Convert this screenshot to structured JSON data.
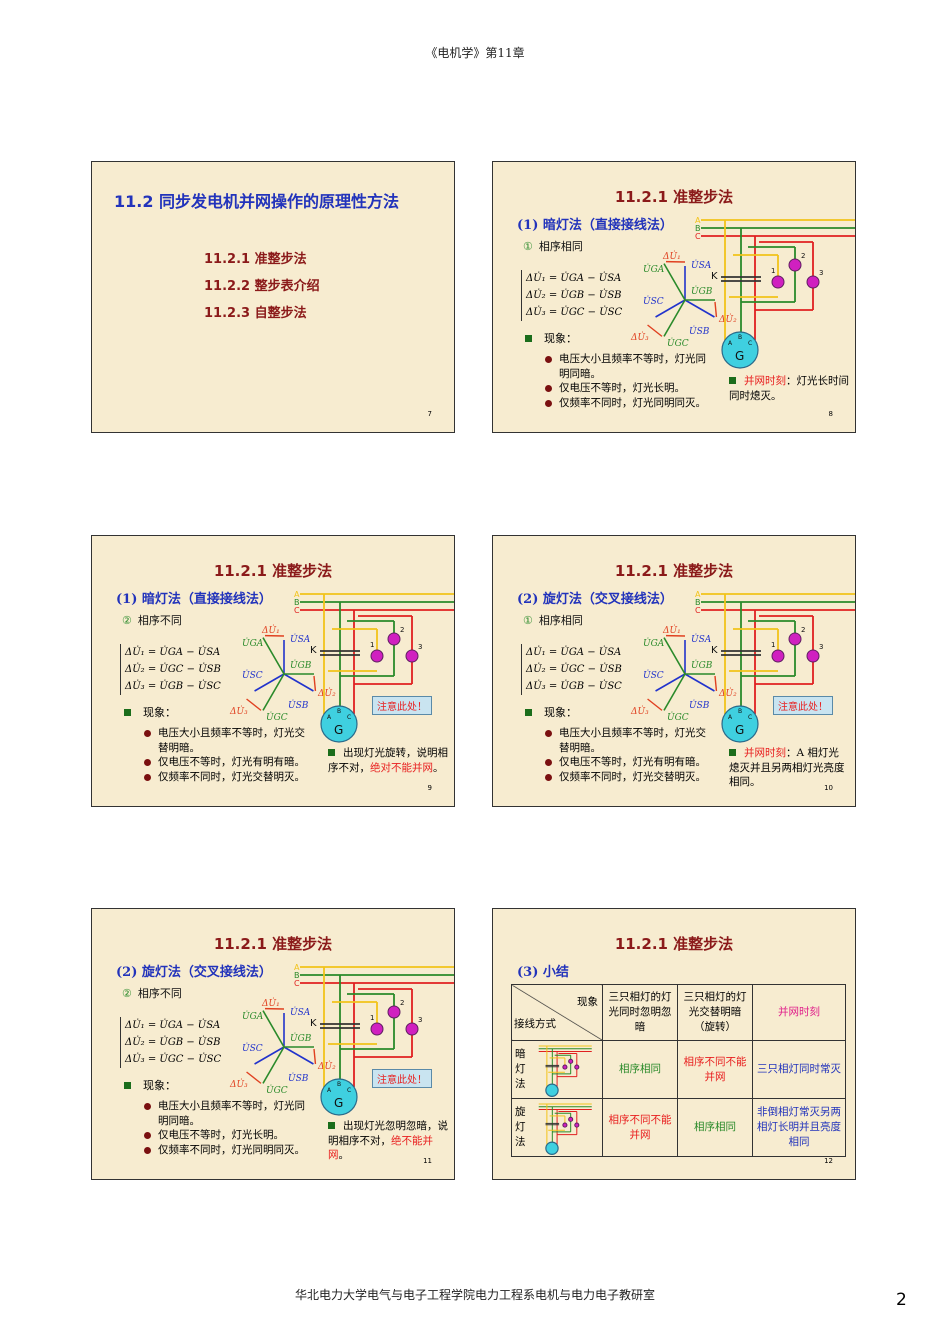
{
  "header": "《电机学》第11章",
  "footer": "华北电力大学电气与电子工程学院电力工程系电机与电力电子教研室",
  "page_number": "2",
  "colors": {
    "phase_a": "#f2c31a",
    "phase_b": "#2a8a2a",
    "phase_c": "#e02020",
    "generator": "#3fd0e0",
    "title": "#8b1a1a",
    "subtitle": "#2233bb"
  },
  "slide7": {
    "title": "11.2  同步发电机并网操作的原理性方法",
    "items": [
      "11.2.1  准整步法",
      "11.2.2  整步表介绍",
      "11.2.3  自整步法"
    ],
    "num": "7"
  },
  "circuit_labels": {
    "a": "A",
    "b": "B",
    "c": "C",
    "k": "K",
    "g": "G",
    "l1": "1",
    "l2": "2",
    "l3": "3",
    "ga": "A",
    "gb": "B",
    "gc": "C"
  },
  "phasor_labels": {
    "d1": "ΔU̇₁",
    "d2": "ΔU̇₂",
    "d3": "ΔU̇₃",
    "ga": "U̇GA",
    "gb": "U̇GB",
    "gc": "U̇GC",
    "sa": "U̇SA",
    "sb": "U̇SB",
    "sc": "U̇SC"
  },
  "slide8": {
    "title": "11.2.1  准整步法",
    "sub": "(1) 暗灯法（直接接线法）",
    "case_num": "①",
    "case": "相序相同",
    "eq": [
      "ΔU̇₁ = U̇GA − U̇SA",
      "ΔU̇₂ = U̇GB − U̇SB",
      "ΔU̇₃ = U̇GC − U̇SC"
    ],
    "phen": "现象：",
    "bullets": [
      "电压大小且频率不等时，灯光同明同暗。",
      "仅电压不等时，灯光长明。",
      "仅频率不同时，灯光同明同灭。"
    ],
    "note_hl": "并网时刻",
    "note": "：灯光长时间同时熄灭。",
    "num": "8"
  },
  "slide9": {
    "title": "11.2.1  准整步法",
    "sub": "(1) 暗灯法（直接接线法）",
    "case_num": "②",
    "case": "相序不同",
    "eq": [
      "ΔU̇₁ = U̇GA − U̇SA",
      "ΔU̇₂ = U̇GC − U̇SB",
      "ΔU̇₃ = U̇GB − U̇SC"
    ],
    "phen": "现象：",
    "bullets": [
      "电压大小且频率不等时，灯光交替明暗。",
      "仅电压不等时，灯光有明有暗。",
      "仅频率不同时，灯光交替明灭。"
    ],
    "warn": "注意此处！",
    "note": "出现灯光旋转，说明相序不对，",
    "note_hl": "绝对不能并网",
    "note_end": "。",
    "num": "9"
  },
  "slide10": {
    "title": "11.2.1  准整步法",
    "sub": "(2) 旋灯法（交叉接线法）",
    "case_num": "①",
    "case": "相序相同",
    "eq": [
      "ΔU̇₁ = U̇GA − U̇SA",
      "ΔU̇₂ = U̇GC − U̇SB",
      "ΔU̇₃ = U̇GB − U̇SC"
    ],
    "phen": "现象：",
    "bullets": [
      "电压大小且频率不等时，灯光交替明暗。",
      "仅电压不等时，灯光有明有暗。",
      "仅频率不同时，灯光交替明灭。"
    ],
    "warn": "注意此处！",
    "note_hl": "并网时刻",
    "note": "：A 相灯光熄灭并且另两相灯光亮度相同。",
    "num": "10"
  },
  "slide11": {
    "title": "11.2.1  准整步法",
    "sub": "(2) 旋灯法（交叉接线法）",
    "case_num": "②",
    "case": "相序不同",
    "eq": [
      "ΔU̇₁ = U̇GA − U̇SA",
      "ΔU̇₂ = U̇GB − U̇SB",
      "ΔU̇₃ = U̇GC − U̇SC"
    ],
    "phen": "现象：",
    "bullets": [
      "电压大小且频率不等时，灯光同明同暗。",
      "仅电压不等时，灯光长明。",
      "仅频率不同时，灯光同明同灭。"
    ],
    "warn": "注意此处！",
    "note": "出现灯光忽明忽暗，说明相序不对，",
    "note_hl": "绝不能并网",
    "note_end": "。",
    "num": "11"
  },
  "slide12": {
    "title": "11.2.1  准整步法",
    "sub": "(3) 小结",
    "table": {
      "corner_top": "现象",
      "corner_bottom": "接线方式",
      "cols": [
        "三只相灯的灯光同时忽明忽暗",
        "三只相灯的灯光交替明暗（旋转）",
        "并网时刻"
      ],
      "rows": [
        {
          "label": "暗灯法",
          "cells": [
            "相序相同",
            "相序不同不能并网",
            "三只相灯同时常灭"
          ]
        },
        {
          "label": "旋灯法",
          "cells": [
            "相序不同不能并网",
            "相序相同",
            "非倒相灯常灭另两相灯长明并且亮度相同"
          ]
        }
      ]
    },
    "num": "12"
  }
}
